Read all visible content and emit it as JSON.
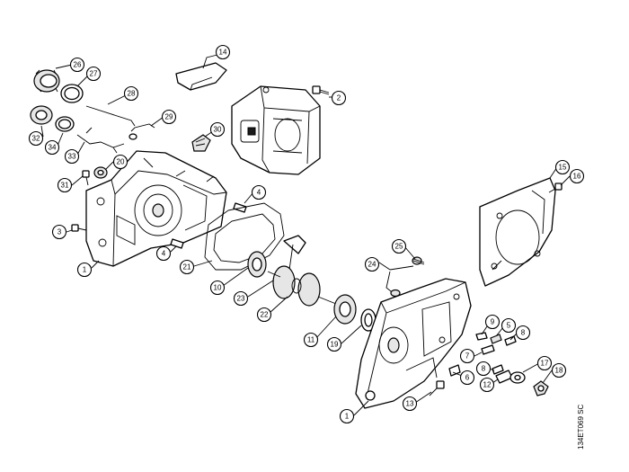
{
  "diagram": {
    "reference_code": "134ET069 SC",
    "callouts": [
      {
        "id": "c14",
        "label": "14"
      },
      {
        "id": "c2",
        "label": "2"
      },
      {
        "id": "c26",
        "label": "26"
      },
      {
        "id": "c27",
        "label": "27"
      },
      {
        "id": "c28",
        "label": "28"
      },
      {
        "id": "c29",
        "label": "29"
      },
      {
        "id": "c30",
        "label": "30"
      },
      {
        "id": "c32",
        "label": "32"
      },
      {
        "id": "c34",
        "label": "34"
      },
      {
        "id": "c33",
        "label": "33"
      },
      {
        "id": "c20",
        "label": "20"
      },
      {
        "id": "c31",
        "label": "31"
      },
      {
        "id": "c3",
        "label": "3"
      },
      {
        "id": "c1a",
        "label": "1"
      },
      {
        "id": "c4a",
        "label": "4"
      },
      {
        "id": "c4b",
        "label": "4"
      },
      {
        "id": "c21",
        "label": "21"
      },
      {
        "id": "c10",
        "label": "10"
      },
      {
        "id": "c23",
        "label": "23"
      },
      {
        "id": "c22",
        "label": "22"
      },
      {
        "id": "c25",
        "label": "25"
      },
      {
        "id": "c24",
        "label": "24"
      },
      {
        "id": "c15",
        "label": "15"
      },
      {
        "id": "c16",
        "label": "16"
      },
      {
        "id": "c9",
        "label": "9"
      },
      {
        "id": "c5",
        "label": "5"
      },
      {
        "id": "c8a",
        "label": "8"
      },
      {
        "id": "c7",
        "label": "7"
      },
      {
        "id": "c8b",
        "label": "8"
      },
      {
        "id": "c17",
        "label": "17"
      },
      {
        "id": "c18",
        "label": "18"
      },
      {
        "id": "c12",
        "label": "12"
      },
      {
        "id": "c11",
        "label": "11"
      },
      {
        "id": "c19",
        "label": "19"
      },
      {
        "id": "c6",
        "label": "6"
      },
      {
        "id": "c13",
        "label": "13"
      },
      {
        "id": "c1b",
        "label": "1"
      }
    ]
  }
}
